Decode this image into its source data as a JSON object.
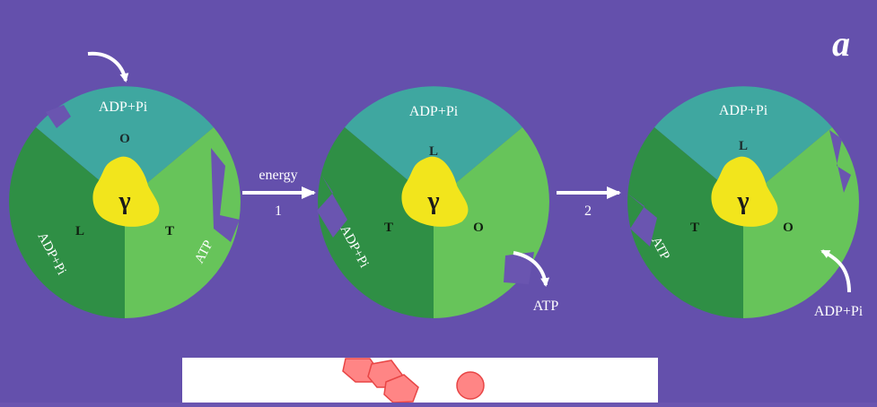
{
  "panel_letter": "a",
  "gamma_label": "γ",
  "steps": [
    {
      "top_label": "energy",
      "bottom_label": "1"
    },
    {
      "top_label": "",
      "bottom_label": "2"
    }
  ],
  "states": [
    {
      "site_top": "O",
      "site_left": "L",
      "site_right": "T",
      "top_text": "ADP+Pi",
      "left_text": "ADP+Pi",
      "right_text": "ATP"
    },
    {
      "site_top": "L",
      "site_left": "T",
      "site_right": "O",
      "top_text": "ADP+Pi",
      "left_text": "ADP+Pi",
      "right_text": ""
    },
    {
      "site_top": "L",
      "site_left": "T",
      "site_right": "O",
      "top_text": "ADP+Pi",
      "left_text": "ATP",
      "right_text": ""
    }
  ],
  "external_labels": {
    "atp_release": "ATP",
    "adp_binding": "ADP+Pi"
  },
  "colors": {
    "background": "#6a55b0",
    "top_sector": "#3fa7a0",
    "left_sector": "#2f8f45",
    "right_sector": "#67c45a",
    "gamma": "#f2e51c",
    "arrow": "#ffffff",
    "footer_panel": "#ffffff",
    "blob": "#ff8585"
  }
}
